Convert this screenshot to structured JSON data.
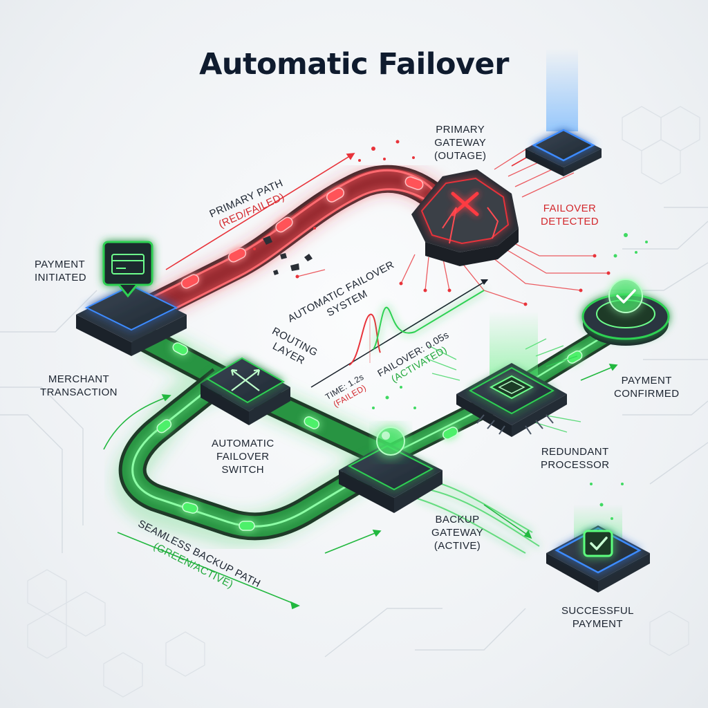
{
  "title": "Automatic Failover",
  "labels": {
    "primary_path": {
      "line1": "PRIMARY PATH",
      "line2": "(RED/FAILED)"
    },
    "primary_gateway": {
      "line1": "PRIMARY",
      "line2": "GATEWAY",
      "line3": "(OUTAGE)"
    },
    "failover_detected": {
      "line1": "FAILOVER",
      "line2": "DETECTED"
    },
    "payment_initiated": {
      "line1": "PAYMENT",
      "line2": "INITIATED"
    },
    "automatic_failover_system": {
      "line1": "AUTOMATIC FAILOVER",
      "line2": "SYSTEM"
    },
    "routing_layer": {
      "line1": "ROUTING",
      "line2": "LAYER"
    },
    "merchant_transaction": {
      "line1": "MERCHANT",
      "line2": "TRANSACTION"
    },
    "automatic_failover_switch": {
      "line1": "AUTOMATIC",
      "line2": "FAILOVER",
      "line3": "SWITCH"
    },
    "payment_confirmed": {
      "line1": "PAYMENT",
      "line2": "CONFIRMED"
    },
    "redundant_processor": {
      "line1": "REDUNDANT",
      "line2": "PROCESSOR"
    },
    "backup_gateway": {
      "line1": "BACKUP",
      "line2": "GATEWAY",
      "line3": "(ACTIVE)"
    },
    "backup_path": {
      "line1": "SEAMLESS BACKUP PATH",
      "line2": "(GREEN/ACTIVE)"
    },
    "successful_payment": {
      "line1": "SUCCESSFUL",
      "line2": "PAYMENT"
    }
  },
  "timing_chart": {
    "failed_time": "TIME: 1.2s",
    "failed_status": "(FAILED)",
    "failover_time": "FAILOVER: 0.05s",
    "failover_status": "(ACTIVATED)"
  },
  "colors": {
    "failed": "#e8333a",
    "active": "#2ed153",
    "node_dark": "#26313d",
    "accent_blue": "#2f7cf0",
    "title": "#0f1b2e"
  },
  "icons": {
    "payment_node": "card-chat-icon",
    "router_node": "cross-arrows-icon",
    "primary_gateway": "broken-x-icon",
    "processor": "chip-icon",
    "backup_gateway": "glowing-orb-icon",
    "confirmed": "check-orb-icon",
    "success": "check-square-icon"
  }
}
